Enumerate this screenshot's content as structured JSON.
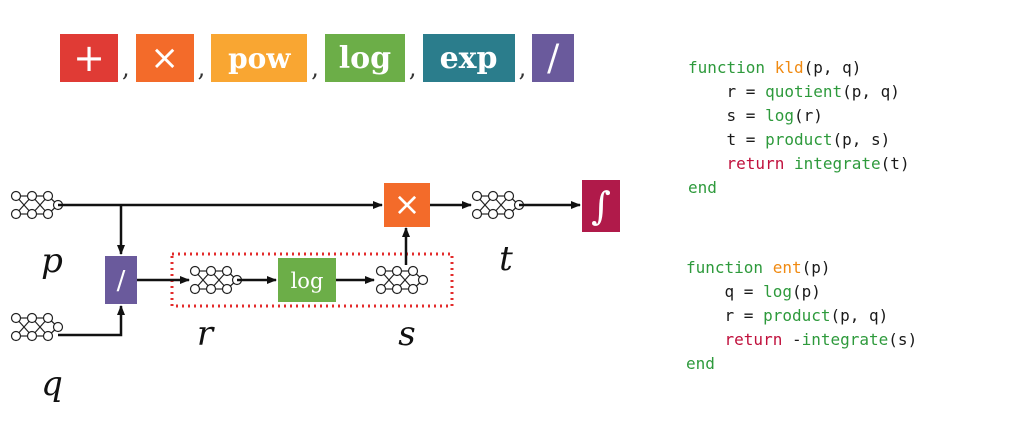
{
  "palette": {
    "add": "#e03b35",
    "mul": "#f36b2a",
    "pow": "#f9a632",
    "log": "#6cae48",
    "exp": "#2b7d8c",
    "div": "#6a5a9c",
    "integrate": "#b01a4a"
  },
  "operators": [
    {
      "id": "add",
      "label": "+",
      "icon": "plus-icon"
    },
    {
      "id": "mul",
      "label": "×",
      "icon": "times-icon"
    },
    {
      "id": "pow",
      "label": "pow",
      "icon": "pow-label"
    },
    {
      "id": "log",
      "label": "log",
      "icon": "log-label"
    },
    {
      "id": "exp",
      "label": "exp",
      "icon": "exp-label"
    },
    {
      "id": "div",
      "label": "/",
      "icon": "divide-icon"
    }
  ],
  "separator": ",",
  "diagram": {
    "inputs": {
      "p": "p",
      "q": "q"
    },
    "intermediates": {
      "r": "r",
      "s": "s",
      "t": "t"
    },
    "div_op": "/",
    "log_op": "log",
    "mul_op": "×",
    "integral_op": "∫"
  },
  "code_blocks": [
    {
      "lines": [
        [
          {
            "t": "function",
            "c": "kw"
          },
          {
            "t": " "
          },
          {
            "t": "kld",
            "c": "fn"
          },
          {
            "t": "(p, q)",
            "c": "plain"
          }
        ],
        [
          {
            "t": "    r = ",
            "c": "plain"
          },
          {
            "t": "quotient",
            "c": "call"
          },
          {
            "t": "(p, q)",
            "c": "plain"
          }
        ],
        [
          {
            "t": "    s = ",
            "c": "plain"
          },
          {
            "t": "log",
            "c": "call"
          },
          {
            "t": "(r)",
            "c": "plain"
          }
        ],
        [
          {
            "t": "    t = ",
            "c": "plain"
          },
          {
            "t": "product",
            "c": "call"
          },
          {
            "t": "(p, s)",
            "c": "plain"
          }
        ],
        [
          {
            "t": "    ",
            "c": "plain"
          },
          {
            "t": "return",
            "c": "ret"
          },
          {
            "t": " ",
            "c": "plain"
          },
          {
            "t": "integrate",
            "c": "call"
          },
          {
            "t": "(t)",
            "c": "plain"
          }
        ],
        [
          {
            "t": "end",
            "c": "kw"
          }
        ]
      ]
    },
    {
      "lines": [
        [
          {
            "t": "function",
            "c": "kw"
          },
          {
            "t": " "
          },
          {
            "t": "ent",
            "c": "fn"
          },
          {
            "t": "(p)",
            "c": "plain"
          }
        ],
        [
          {
            "t": "    q = ",
            "c": "plain"
          },
          {
            "t": "log",
            "c": "call"
          },
          {
            "t": "(p)",
            "c": "plain"
          }
        ],
        [
          {
            "t": "    r = ",
            "c": "plain"
          },
          {
            "t": "product",
            "c": "call"
          },
          {
            "t": "(p, q)",
            "c": "plain"
          }
        ],
        [
          {
            "t": "    ",
            "c": "plain"
          },
          {
            "t": "return",
            "c": "ret"
          },
          {
            "t": " -",
            "c": "plain"
          },
          {
            "t": "integrate",
            "c": "call"
          },
          {
            "t": "(s)",
            "c": "plain"
          }
        ],
        [
          {
            "t": "end",
            "c": "kw"
          }
        ]
      ]
    }
  ]
}
